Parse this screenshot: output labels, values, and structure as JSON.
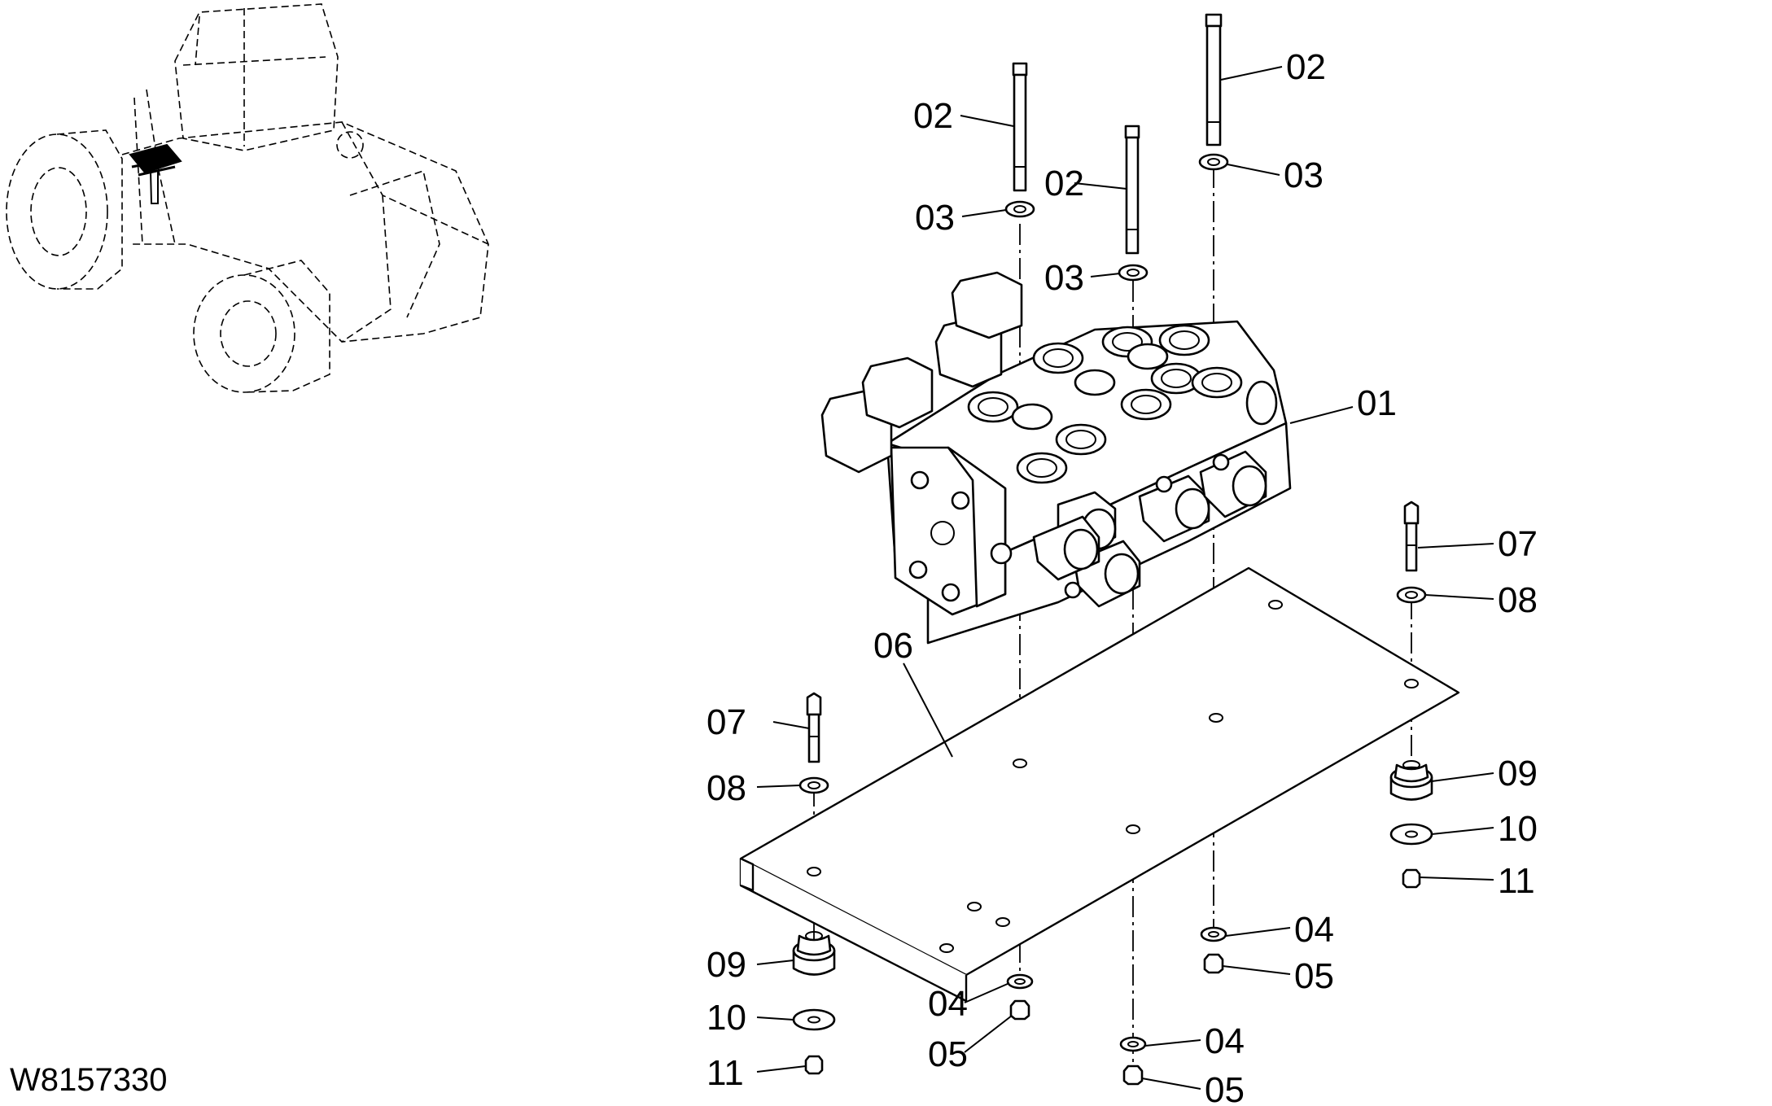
{
  "document_id": "W8157330",
  "callouts": [
    "01",
    "02",
    "02",
    "02",
    "03",
    "03",
    "03",
    "04",
    "04",
    "04",
    "05",
    "05",
    "05",
    "06",
    "07",
    "07",
    "08",
    "08",
    "09",
    "09",
    "10",
    "10",
    "11",
    "11"
  ],
  "parts": {
    "control_valve": "01",
    "bolt": "02",
    "washer": "03",
    "lock_washer": "04",
    "nut": "05",
    "mounting_plate": "06",
    "mount_bolt": "07",
    "mount_washer": "08",
    "rubber_mount": "09",
    "flat_washer": "10",
    "mount_nut": "11"
  }
}
